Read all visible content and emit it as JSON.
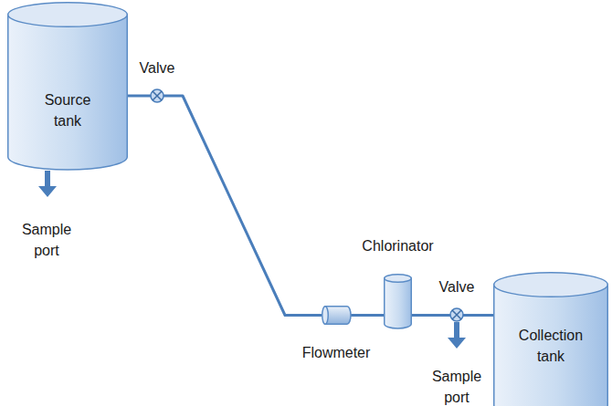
{
  "diagram": {
    "nodes": [
      {
        "text": [
          "Source tank"
        ]
      },
      {
        "text": [
          "Flowmeter"
        ]
      },
      {
        "text": [
          "Chlorinator"
        ]
      },
      {
        "text": [
          "Collection tank"
        ]
      }
    ],
    "edges": [
      {
        "from": 0,
        "to": 1,
        "arrow": "none"
      },
      {
        "from": 1,
        "to": 2,
        "arrow": "none"
      },
      {
        "from": 2,
        "to": 3,
        "arrow": "none"
      }
    ],
    "labels": [
      "Valve",
      "Sample port",
      "Valve",
      "Sample port"
    ]
  }
}
